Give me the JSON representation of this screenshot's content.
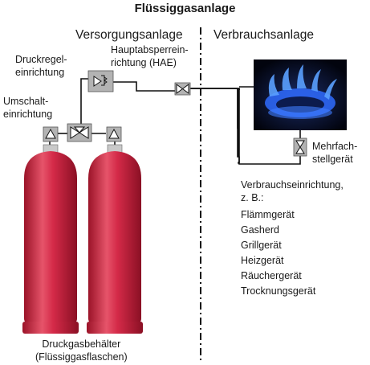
{
  "title": "Flüssiggasanlage",
  "sections": {
    "supply": "Versorgungsanlage",
    "consumption": "Verbrauchsanlage"
  },
  "labels": {
    "pressure_regulator": [
      "Druckregel-",
      "einrichtung"
    ],
    "main_shutoff": [
      "Hauptabsperrein-",
      "richtung (HAE)"
    ],
    "switchover": [
      "Umschalt-",
      "einrichtung"
    ],
    "multi_control": [
      "Mehrfach-",
      "stellgerät"
    ],
    "tanks": [
      "Druckgasbehälter",
      "(Flüssiggasflaschen)"
    ]
  },
  "consumer": {
    "heading": [
      "Verbrauchseinrichtung,",
      "z. B.:"
    ],
    "items": [
      "Flämmgerät",
      "Gasherd",
      "Grillgerät",
      "Heizgerät",
      "Räuchergerät",
      "Trocknungsgerät"
    ]
  },
  "colors": {
    "tank": "#d42a48",
    "pipe": "#111111",
    "fitting": "#b3b3b3",
    "flame": "#3f7dff"
  }
}
